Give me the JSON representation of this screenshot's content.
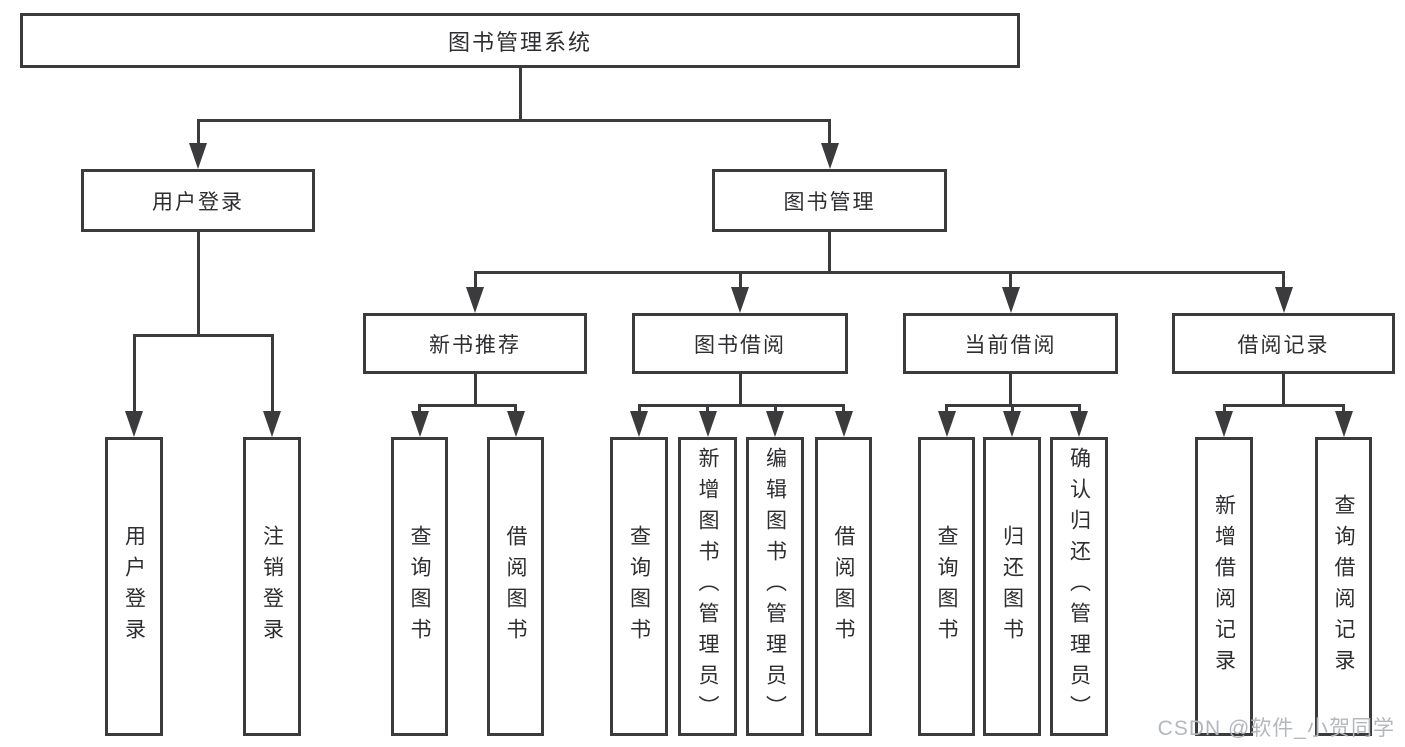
{
  "diagram": {
    "type": "tree",
    "title": "图书管理系统",
    "nodes": [
      {
        "id": "root",
        "label": "图书管理系统"
      },
      {
        "id": "user-login",
        "label": "用户登录",
        "parent": "root"
      },
      {
        "id": "book-mgmt",
        "label": "图书管理",
        "parent": "root"
      },
      {
        "id": "new-book-rec",
        "label": "新书推荐",
        "parent": "book-mgmt"
      },
      {
        "id": "book-borrow",
        "label": "图书借阅",
        "parent": "book-mgmt"
      },
      {
        "id": "current-borrow",
        "label": "当前借阅",
        "parent": "book-mgmt"
      },
      {
        "id": "borrow-records",
        "label": "借阅记录",
        "parent": "book-mgmt"
      },
      {
        "id": "leaf-user-login",
        "label": "用户登录",
        "parent": "user-login"
      },
      {
        "id": "leaf-logout",
        "label": "注销登录",
        "parent": "user-login"
      },
      {
        "id": "leaf-rec-query",
        "label": "查询图书",
        "parent": "new-book-rec"
      },
      {
        "id": "leaf-rec-borrow",
        "label": "借阅图书",
        "parent": "new-book-rec"
      },
      {
        "id": "leaf-bb-query",
        "label": "查询图书",
        "parent": "book-borrow"
      },
      {
        "id": "leaf-bb-add",
        "label": "新增图书（管理员）",
        "parent": "book-borrow"
      },
      {
        "id": "leaf-bb-edit",
        "label": "编辑图书（管理员）",
        "parent": "book-borrow"
      },
      {
        "id": "leaf-bb-borrow",
        "label": "借阅图书",
        "parent": "book-borrow"
      },
      {
        "id": "leaf-cb-query",
        "label": "查询图书",
        "parent": "current-borrow"
      },
      {
        "id": "leaf-cb-return",
        "label": "归还图书",
        "parent": "current-borrow"
      },
      {
        "id": "leaf-cb-confirm",
        "label": "确认归还（管理员）",
        "parent": "current-borrow"
      },
      {
        "id": "leaf-br-add",
        "label": "新增借阅记录",
        "parent": "borrow-records"
      },
      {
        "id": "leaf-br-query",
        "label": "查询借阅记录",
        "parent": "borrow-records"
      }
    ],
    "colors": {
      "line": "#3b3b3d",
      "text": "#2e2e30",
      "background": "#ffffff",
      "watermark_text": "#b4b8bc"
    }
  },
  "watermark": "CSDN @软件_小贺同学"
}
